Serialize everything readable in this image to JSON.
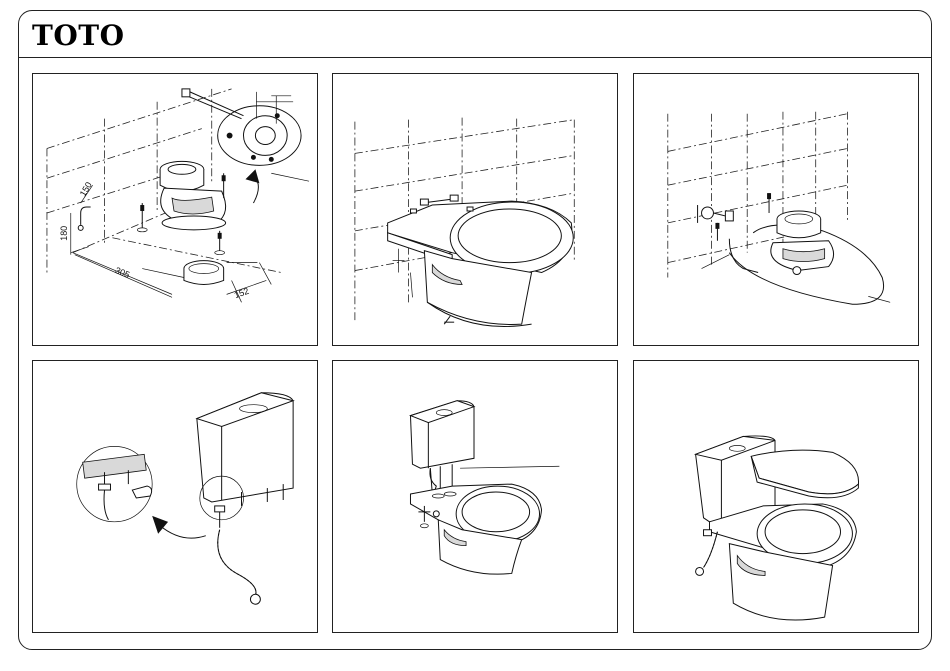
{
  "brand": {
    "logo_text": "TOTO"
  },
  "steps": [
    {
      "id": "step-1",
      "dimensions": [
        "150",
        "180",
        "305",
        "152"
      ]
    },
    {
      "id": "step-2"
    },
    {
      "id": "step-3"
    },
    {
      "id": "step-4"
    },
    {
      "id": "step-5"
    },
    {
      "id": "step-6"
    }
  ]
}
